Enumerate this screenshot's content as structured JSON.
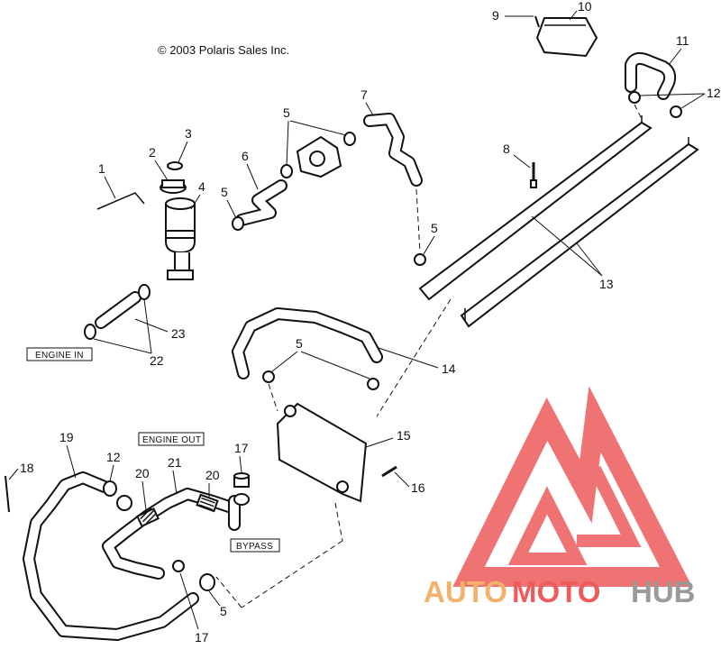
{
  "copyright": "© 2003 Polaris Sales Inc.",
  "callouts": {
    "c1": "1",
    "c2": "2",
    "c3": "3",
    "c4": "4",
    "c5a": "5",
    "c5b": "5",
    "c5c": "5",
    "c5d": "5",
    "c5e": "5",
    "c6": "6",
    "c7": "7",
    "c8": "8",
    "c9": "9",
    "c10": "10",
    "c11": "11",
    "c12a": "12",
    "c12b": "12",
    "c13": "13",
    "c14": "14",
    "c15": "15",
    "c16": "16",
    "c17a": "17",
    "c17b": "17",
    "c18": "18",
    "c19": "19",
    "c20a": "20",
    "c20b": "20",
    "c21": "21",
    "c22": "22",
    "c23": "23"
  },
  "boxed_labels": {
    "engine_in": "ENGINE IN",
    "engine_out": "ENGINE OUT",
    "bypass": "BYPASS"
  },
  "watermark": {
    "auto": "AUTO",
    "moto": "MOTO",
    "hub": "HUB",
    "color_auto": "#f2b26b",
    "color_moto": "#ee5b5b",
    "color_hub": "#9a9a9a",
    "logo_color": "#ee5b5b"
  }
}
